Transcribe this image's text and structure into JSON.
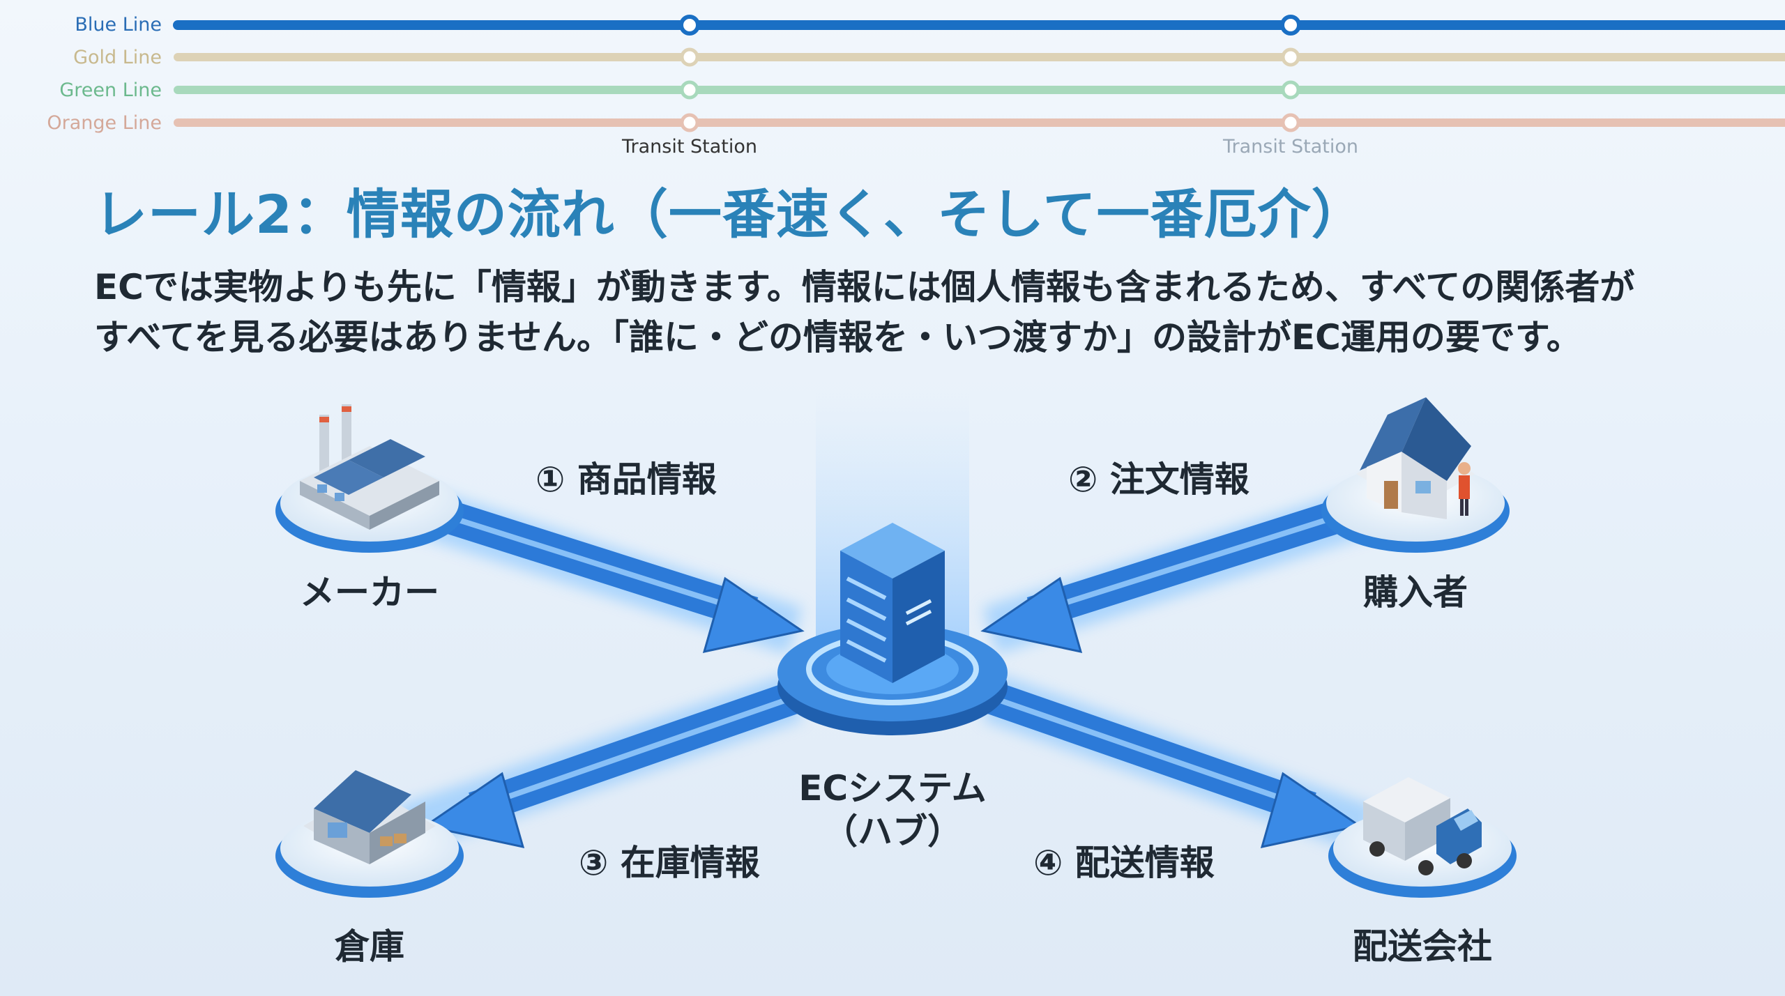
{
  "transit_lines": {
    "lines": [
      {
        "name": "Blue Line",
        "color": "#1a6fc4",
        "active": true
      },
      {
        "name": "Gold Line",
        "color": "#d9ccaa",
        "active": false
      },
      {
        "name": "Green Line",
        "color": "#9dd3b2",
        "active": false
      },
      {
        "name": "Orange Line",
        "color": "#e3b8a8",
        "active": false
      }
    ],
    "stations": [
      {
        "label": "Transit Station",
        "active": true
      },
      {
        "label": "Transit Station",
        "active": false
      }
    ]
  },
  "slide": {
    "title": "レール2：情報の流れ（一番速く、そして一番厄介）",
    "body_line1": "ECでは実物よりも先に「情報」が動きます。情報には個人情報も含まれるため、すべての関係者が",
    "body_line2": "すべてを見る必要はありません。「誰に・どの情報を・いつ渡すか」の設計がEC運用の要です。"
  },
  "diagram": {
    "hub": {
      "line1": "ECシステム",
      "line2": "（ハブ）"
    },
    "nodes": {
      "maker": "メーカー",
      "buyer": "購入者",
      "warehouse": "倉庫",
      "carrier": "配送会社"
    },
    "flows": {
      "product": "① 商品情報",
      "order": "② 注文情報",
      "inventory": "③ 在庫情報",
      "delivery": "④ 配送情報"
    },
    "accent_color": "#2f86e6"
  }
}
